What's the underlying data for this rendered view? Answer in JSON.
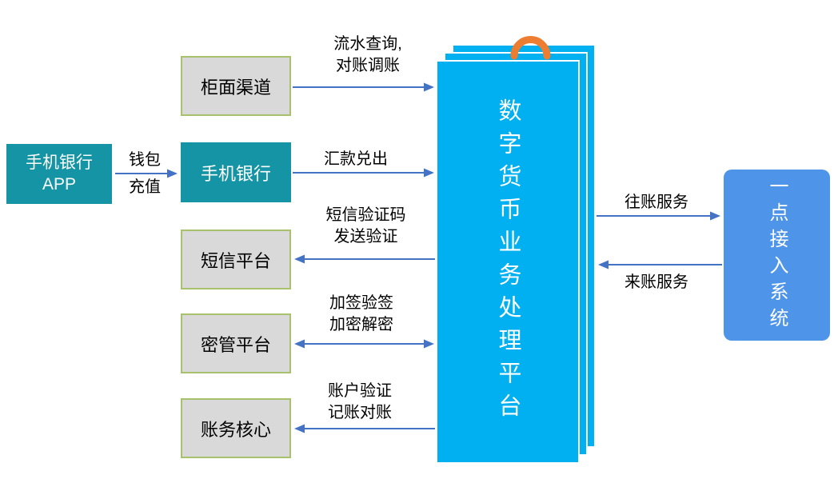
{
  "colors": {
    "teal_box": "#1494A5",
    "gray_box_bg": "#D9D9D9",
    "gray_box_border": "#A8C16D",
    "platform_cyan": "#00B0F0",
    "access_blue": "#4E95EA",
    "arrow_blue": "#4472C4",
    "loop_orange": "#ED7D31"
  },
  "nodes": {
    "app": {
      "line1": "手机银行",
      "line2": "APP"
    },
    "counter": {
      "label": "柜面渠道"
    },
    "mobile": {
      "label": "手机银行"
    },
    "sms": {
      "label": "短信平台"
    },
    "crypto": {
      "label": "密管平台"
    },
    "accounting": {
      "label": "账务核心"
    },
    "platform": {
      "label": "数字货币业务处理平台"
    },
    "access": {
      "label": "一点接入系统"
    }
  },
  "flows": {
    "wallet": {
      "line1": "钱包",
      "line2": "充值"
    },
    "counter_query": {
      "line1": "流水查询,",
      "line2": "对账调账"
    },
    "remittance": {
      "label": "汇款兑出"
    },
    "sms_verify": {
      "line1": "短信验证码",
      "line2": "发送验证"
    },
    "sign_encrypt": {
      "line1": "加签验签",
      "line2": "加密解密"
    },
    "account_verify": {
      "line1": "账户验证",
      "line2": "记账对账"
    },
    "outgoing": {
      "label": "往账服务"
    },
    "incoming": {
      "label": "来账服务"
    }
  }
}
